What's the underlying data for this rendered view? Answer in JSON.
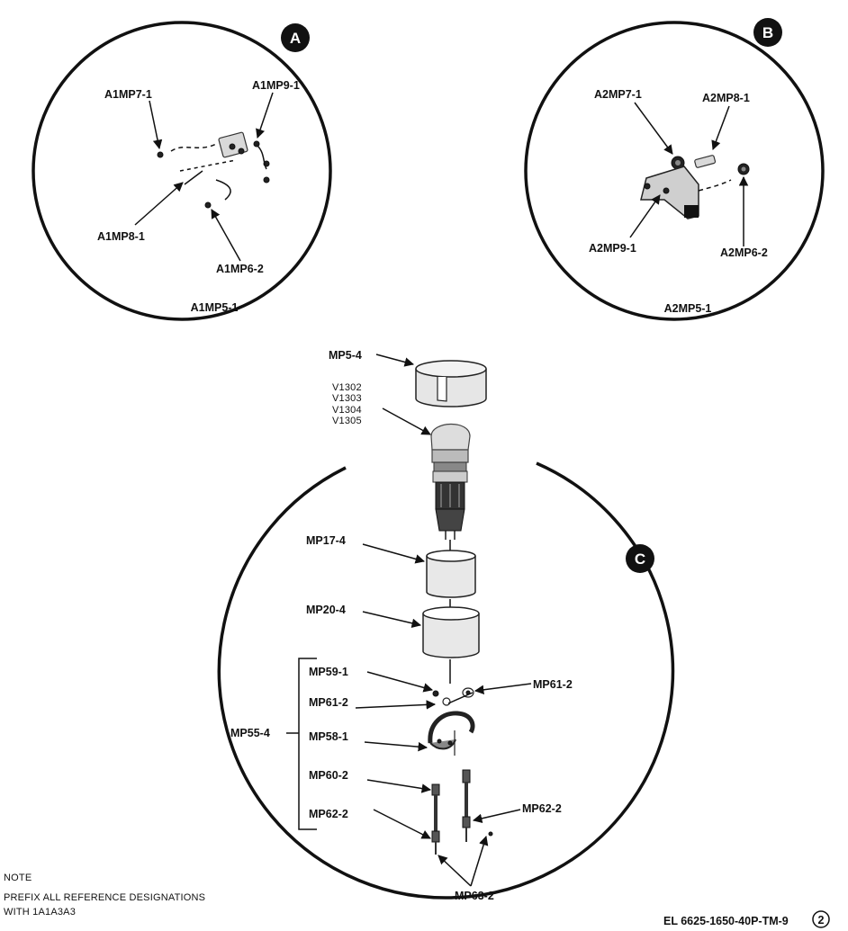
{
  "views": {
    "a": {
      "badge": "A",
      "title": "A1MP5-1",
      "labels": {
        "mp7": "A1MP7-1",
        "mp9": "A1MP9-1",
        "mp8": "A1MP8-1",
        "mp6": "A1MP6-2"
      }
    },
    "b": {
      "badge": "B",
      "title": "A2MP5-1",
      "labels": {
        "mp7": "A2MP7-1",
        "mp8": "A2MP8-1",
        "mp9": "A2MP9-1",
        "mp6": "A2MP6-2"
      }
    },
    "c": {
      "badge": "C",
      "labels": {
        "mp5": "MP5-4",
        "v1302": "V1302",
        "v1303": "V1303",
        "v1304": "V1304",
        "v1305": "V1305",
        "mp17": "MP17-4",
        "mp20": "MP20-4",
        "mp59": "MP59-1",
        "mp61_left": "MP61-2",
        "mp61_right": "MP61-2",
        "mp55": "MP55-4",
        "mp58": "MP58-1",
        "mp60": "MP60-2",
        "mp62_left": "MP62-2",
        "mp62_right": "MP62-2",
        "mp63": "MP63-2"
      }
    }
  },
  "note": {
    "heading": "NOTE",
    "line1": "PREFIX ALL REFERENCE DESIGNATIONS",
    "line2": "WITH 1A1A3A3"
  },
  "figure_id": {
    "text": "EL 6625-1650-40P-TM-9",
    "sheet": "2"
  }
}
